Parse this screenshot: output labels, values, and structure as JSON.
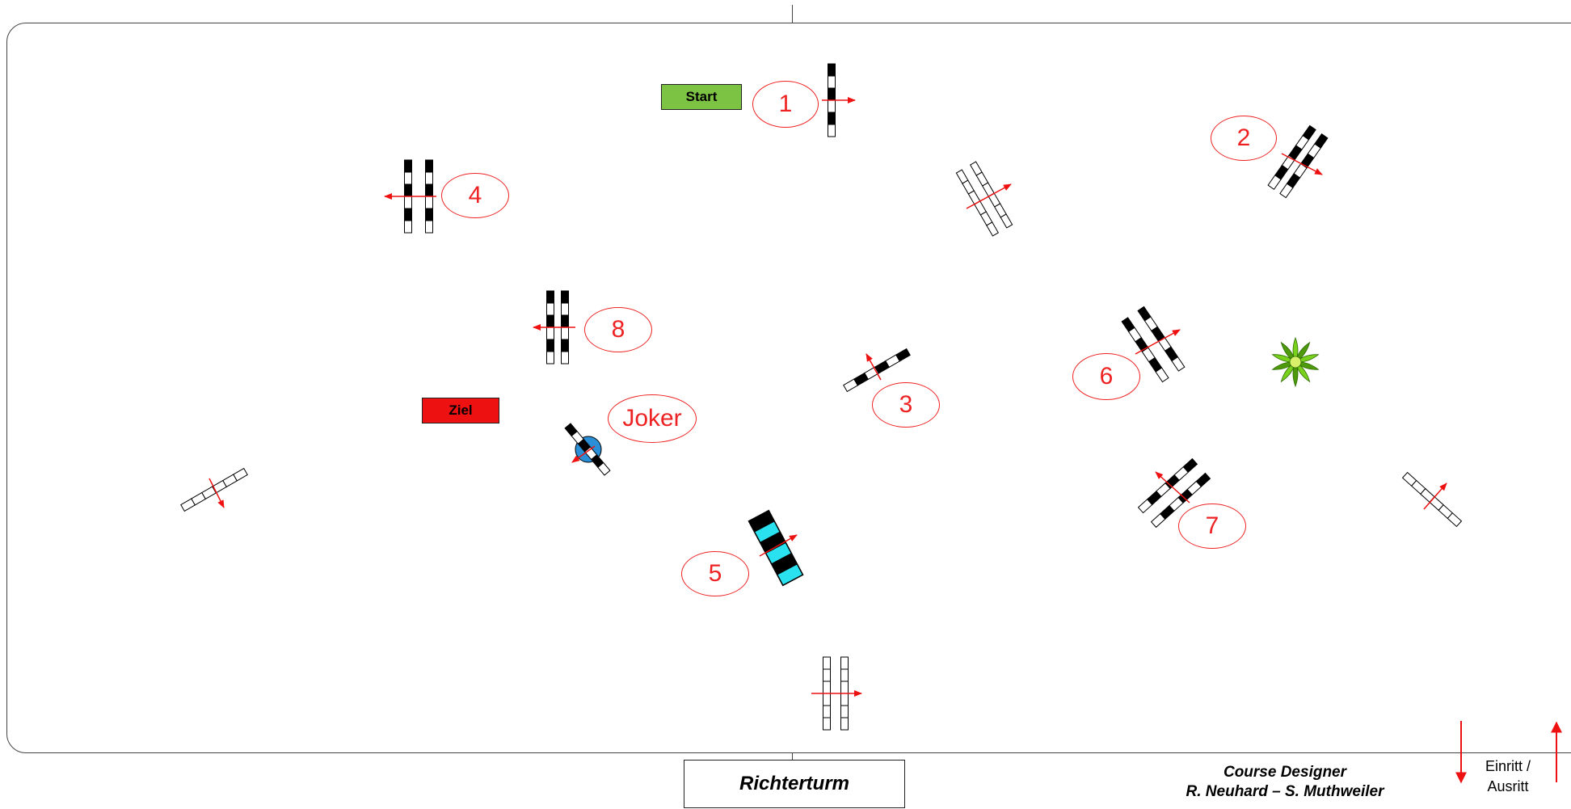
{
  "course": {
    "start_label": "Start",
    "finish_label": "Ziel",
    "joker_label": "Joker",
    "numbers": [
      "1",
      "2",
      "3",
      "4",
      "5",
      "6",
      "7",
      "8"
    ]
  },
  "footer": {
    "judge_tower": "Richterturm",
    "designer_title": "Course Designer",
    "designer_names": "R. Neuhard – S. Muthweiler",
    "entry_line1": "Einritt /",
    "entry_line2": "Ausritt"
  },
  "icons": {
    "plant": "plant-icon",
    "arrow_in": "arrow-down-icon",
    "arrow_out": "arrow-up-icon"
  },
  "colors": {
    "start": "#7cc243",
    "finish": "#ee1111",
    "number_ring": "#ee2222",
    "water": "#29e1ef",
    "joker_disc": "#2a8fd6",
    "plant": "#7ad11c"
  }
}
